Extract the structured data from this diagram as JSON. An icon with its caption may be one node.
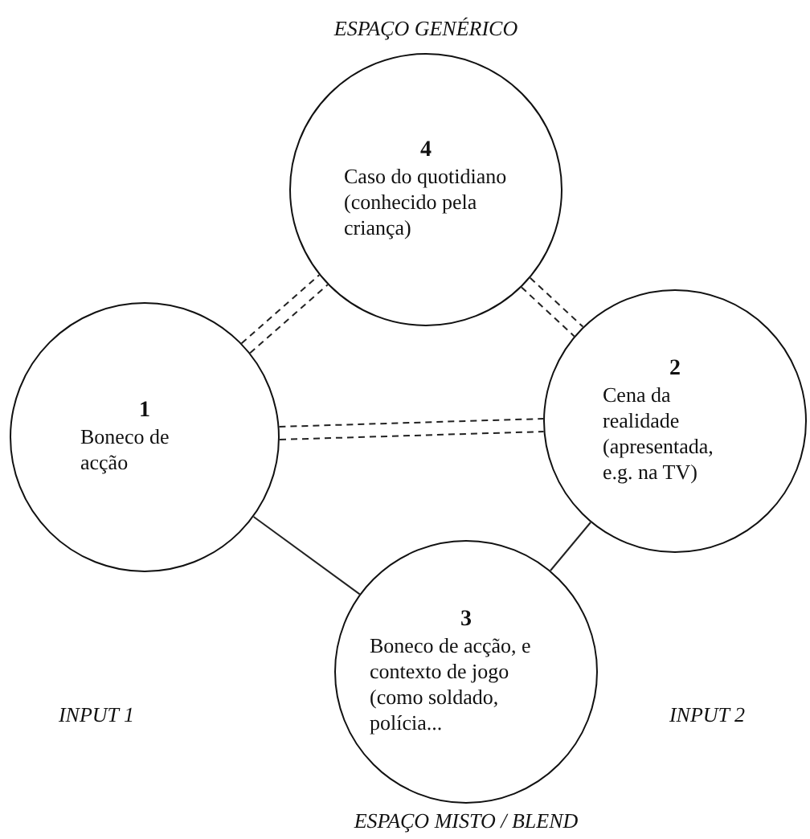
{
  "diagram": {
    "nodes": [
      {
        "text": [
          "4",
          "Caso do quotidiano (conhecido pela criança)"
        ],
        "beside": [
          "ESPAÇO GENÉRICO"
        ]
      },
      {
        "text": [
          "1",
          "Boneco de acção"
        ]
      },
      {
        "text": [
          "2",
          "Cena da realidade (apresentada, e.g. na TV)"
        ]
      },
      {
        "text": [
          "3",
          "Boneco de acção, e contexto de jogo (como soldado, polícia..."
        ],
        "beside": [
          "ESPAÇO MISTO / BLEND"
        ]
      }
    ],
    "edges": [
      {
        "from": 1,
        "to": 0,
        "arrow": "none",
        "style": "dashed"
      },
      {
        "from": 1,
        "to": 0,
        "arrow": "none",
        "style": "dashed"
      },
      {
        "from": 0,
        "to": 2,
        "arrow": "none",
        "style": "dashed"
      },
      {
        "from": 0,
        "to": 2,
        "arrow": "none",
        "style": "dashed"
      },
      {
        "from": 1,
        "to": 2,
        "arrow": "none",
        "style": "dashed"
      },
      {
        "from": 1,
        "to": 2,
        "arrow": "none",
        "style": "dashed"
      },
      {
        "from": 1,
        "to": 3,
        "arrow": "none"
      },
      {
        "from": 2,
        "to": 3,
        "arrow": "none"
      }
    ],
    "labels": [
      "INPUT 1",
      "INPUT 2"
    ]
  }
}
